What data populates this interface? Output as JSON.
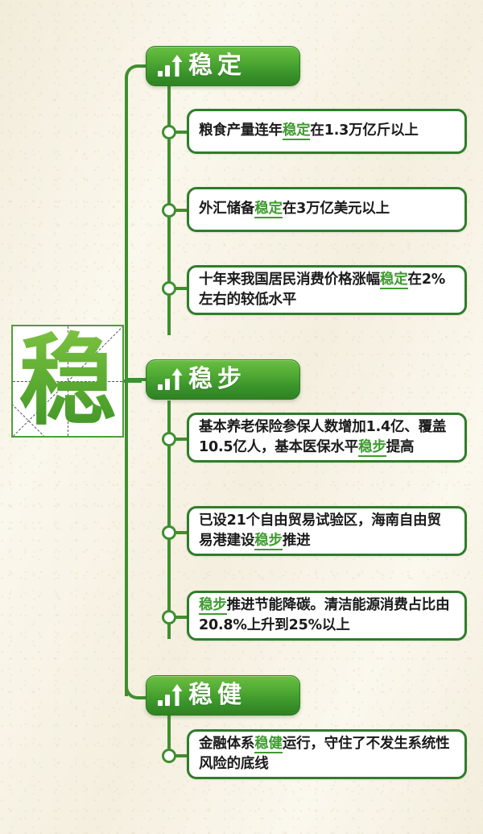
{
  "theme": {
    "background_color": "#f8f4e8",
    "accent_green": "#3f9b30",
    "pill_green_light": "#69bf42",
    "pill_green_dark": "#2f8223",
    "card_border": "#2e7d2b",
    "text_color": "#1b1b1b"
  },
  "center": {
    "character": "稳"
  },
  "sections": [
    {
      "id": "stable",
      "title": "稳定",
      "icon": "bar-chart-arrow-up-icon",
      "items": [
        {
          "pre": "粮食产量连年",
          "kw": "稳定",
          "post": "在1.3万亿斤以上",
          "full": "粮食产量连年稳定在1.3万亿斤以上"
        },
        {
          "pre": "外汇储备",
          "kw": "稳定",
          "post": "在3万亿美元以上",
          "full": "外汇储备稳定在3万亿美元以上"
        },
        {
          "pre": "十年来我国居民消费价格涨幅",
          "kw": "稳定",
          "post": "在2%左右的较低水平",
          "full": "十年来我国居民消费价格涨幅稳定在2%左右的较低水平"
        }
      ]
    },
    {
      "id": "steady",
      "title": "稳步",
      "icon": "bar-chart-arrow-up-icon",
      "items": [
        {
          "pre": "基本养老保险参保人数增加1.4亿、覆盖10.5亿人，基本医保水平",
          "kw": "稳步",
          "post": "提高",
          "full": "基本养老保险参保人数增加1.4亿、覆盖10.5亿人，基本医保水平稳步提高"
        },
        {
          "pre": "已设21个自由贸易试验区，海南自由贸易港建设",
          "kw": "稳步",
          "post": "推进",
          "full": "已设21个自由贸易试验区，海南自由贸易港建设稳步推进"
        },
        {
          "pre": "",
          "kw": "稳步",
          "post": "推进节能降碳。清洁能源消费占比由20.8%上升到25%以上",
          "full": "稳步推进节能降碳。清洁能源消费占比由20.8%上升到25%以上"
        }
      ]
    },
    {
      "id": "sound",
      "title": "稳健",
      "icon": "bar-chart-arrow-up-icon",
      "items": [
        {
          "pre": "金融体系",
          "kw": "稳健",
          "post": "运行，守住了不发生系统性风险的底线",
          "full": "金融体系稳健运行，守住了不发生系统性风险的底线"
        }
      ]
    }
  ]
}
